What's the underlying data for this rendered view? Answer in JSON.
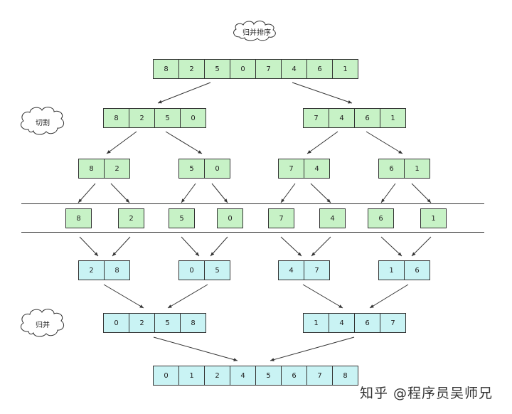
{
  "colors": {
    "split": "#c7f2c6",
    "merge": "#c9f3f4",
    "line": "#333333"
  },
  "labels": {
    "title": "归并排序",
    "split": "切割",
    "merge": "归并",
    "watermark": "知乎 @程序员吴师兄"
  },
  "levels": {
    "input": [
      [
        "8",
        "2",
        "5",
        "0",
        "7",
        "4",
        "6",
        "1"
      ]
    ],
    "split1": [
      [
        "8",
        "2",
        "5",
        "0"
      ],
      [
        "7",
        "4",
        "6",
        "1"
      ]
    ],
    "split2": [
      [
        "8",
        "2"
      ],
      [
        "5",
        "0"
      ],
      [
        "7",
        "4"
      ],
      [
        "6",
        "1"
      ]
    ],
    "singles": [
      [
        "8"
      ],
      [
        "2"
      ],
      [
        "5"
      ],
      [
        "0"
      ],
      [
        "7"
      ],
      [
        "4"
      ],
      [
        "6"
      ],
      [
        "1"
      ]
    ],
    "merge1": [
      [
        "2",
        "8"
      ],
      [
        "0",
        "5"
      ],
      [
        "4",
        "7"
      ],
      [
        "1",
        "6"
      ]
    ],
    "merge2": [
      [
        "0",
        "2",
        "5",
        "8"
      ],
      [
        "1",
        "4",
        "6",
        "7"
      ]
    ],
    "result": [
      [
        "0",
        "1",
        "2",
        "4",
        "5",
        "6",
        "7",
        "8"
      ]
    ]
  }
}
